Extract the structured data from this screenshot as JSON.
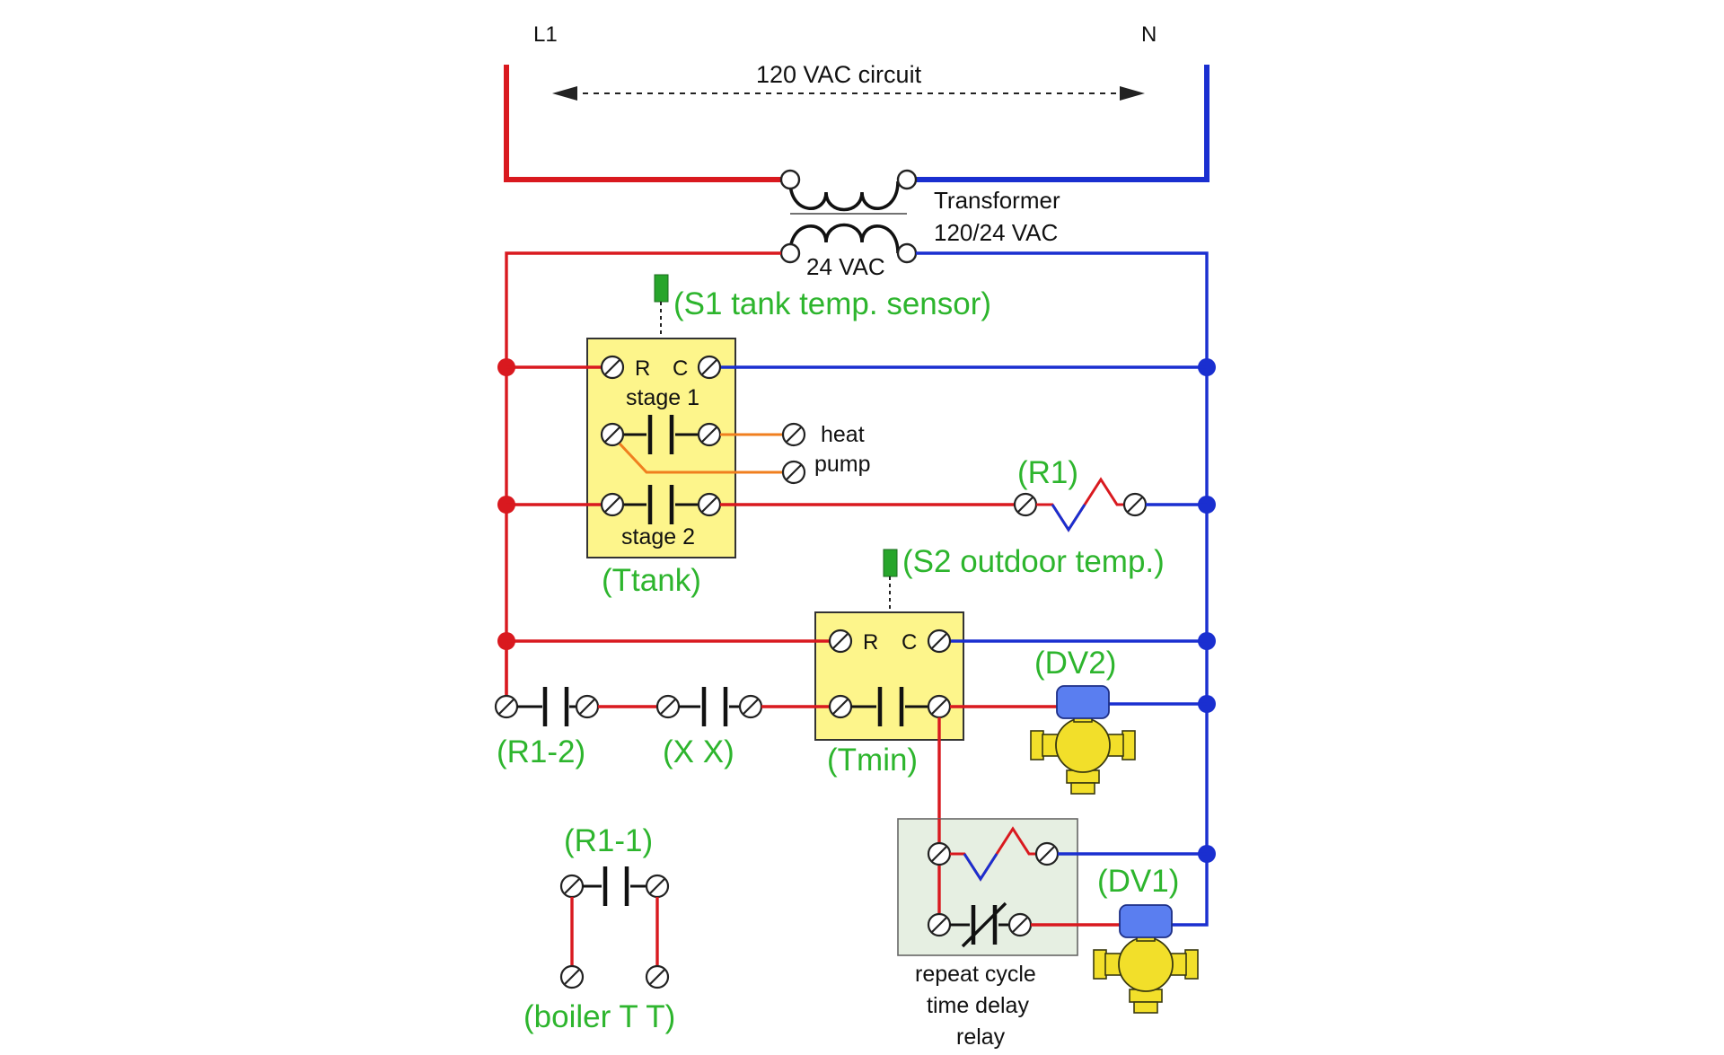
{
  "colors": {
    "hot": "#d9191f",
    "neutral": "#1a2fd0",
    "switch_lead": "#f07f1f",
    "label_green": "#2db52d",
    "thermostat_fill": "#fdf58b",
    "relay_fill": "#e6efe2",
    "sensor": "#27a52b",
    "valve_body": "#f2df2a",
    "valve_actuator": "#5a7ef0",
    "text": "#111111"
  },
  "supply": {
    "l1": "L1",
    "n": "N",
    "circuit": "120 VAC  circuit"
  },
  "transformer": {
    "name": "Transformer",
    "rating": "120/24 VAC",
    "secondary": "24 VAC"
  },
  "sensors": {
    "s1": "(S1 tank temp. sensor)",
    "s2": "(S2 outdoor temp.)"
  },
  "ttank": {
    "name": "(Ttank)",
    "r": "R",
    "c": "C",
    "stage1": "stage 1",
    "stage2": "stage 2"
  },
  "heat_pump": {
    "line1": "heat",
    "line2": "pump"
  },
  "relays": {
    "r1_coil": "(R1)",
    "r1_2": "(R1-2)",
    "xx": "(X  X)",
    "r1_1": "(R1-1)",
    "boiler": "(boiler T T)"
  },
  "tmin": {
    "name": "(Tmin)",
    "r": "R",
    "c": "C"
  },
  "valves": {
    "dv2": "(DV2)",
    "dv1": "(DV1)"
  },
  "time_delay": {
    "line1": "repeat cycle",
    "line2": "time delay",
    "line3": "relay"
  }
}
